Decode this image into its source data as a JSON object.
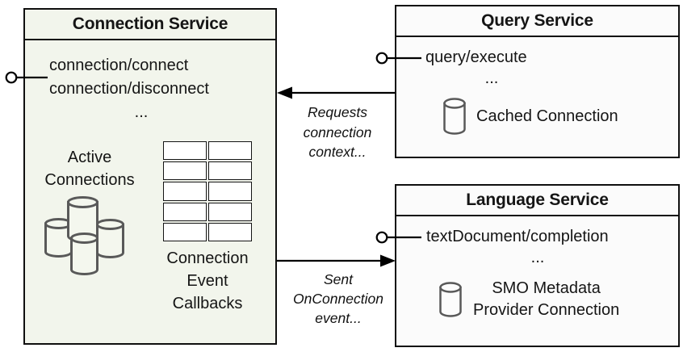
{
  "colors": {
    "connection_box_fill": "#f2f5ec",
    "service_box_fill": "#fbfbfb",
    "box_border": "#0f0f0f",
    "cylinder_stroke": "#595959",
    "arrow": "#000000"
  },
  "connection_service": {
    "title": "Connection Service",
    "methods": [
      "connection/connect",
      "connection/disconnect",
      "..."
    ],
    "active_connections_label": [
      "Active",
      "Connections"
    ],
    "active_connections_icon": "database-cluster-icon",
    "callbacks_table_icon": "table-grid-icon",
    "callbacks_label": [
      "Connection",
      "Event",
      "Callbacks"
    ]
  },
  "query_service": {
    "title": "Query Service",
    "methods": [
      "query/execute",
      "..."
    ],
    "cached_connection_icon": "database-icon",
    "cached_connection_label": "Cached Connection"
  },
  "language_service": {
    "title": "Language Service",
    "methods": [
      "textDocument/completion",
      "..."
    ],
    "smo_icon": "database-icon",
    "smo_label": [
      "SMO Metadata",
      "Provider Connection"
    ]
  },
  "connectors": {
    "requests_arrow": {
      "from": "Query Service",
      "to": "Connection Service",
      "label": [
        "Requests",
        "connection",
        "context..."
      ]
    },
    "sent_arrow": {
      "from": "Connection Service",
      "to": "Language Service",
      "label": [
        "Sent",
        "OnConnection",
        "event..."
      ]
    },
    "provided_interface_icons": [
      "lollipop-connection-service",
      "lollipop-query-service",
      "lollipop-language-service"
    ]
  }
}
